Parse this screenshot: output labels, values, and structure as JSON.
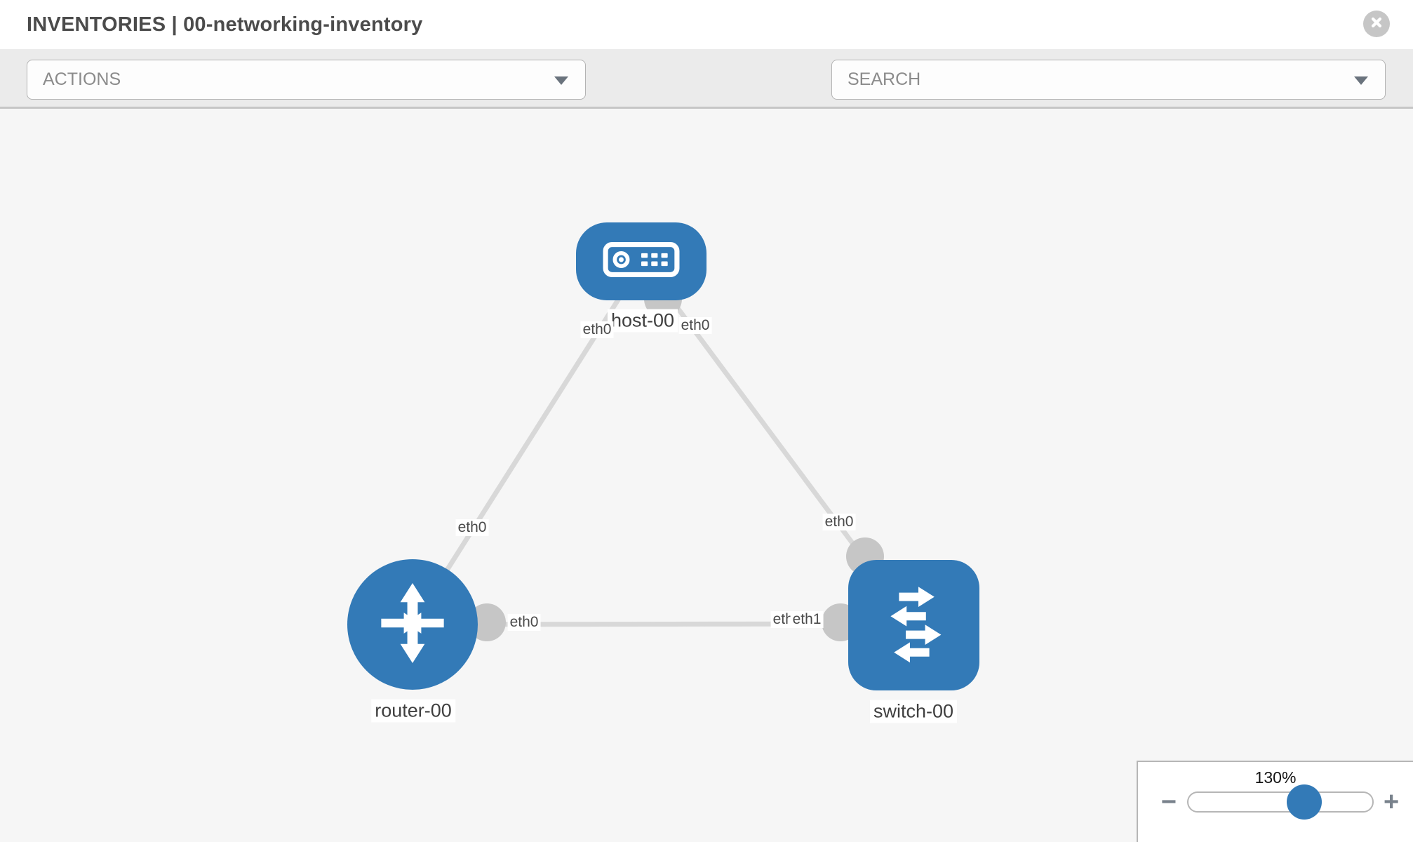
{
  "header": {
    "title": "INVENTORIES | 00-networking-inventory"
  },
  "toolbar": {
    "actions": {
      "label": "ACTIONS"
    },
    "search": {
      "label": "SEARCH"
    },
    "icons": [
      "wrench-icon",
      "key-icon"
    ]
  },
  "canvas": {
    "nodes": [
      {
        "id": "host-00",
        "type": "host",
        "label": "host-00"
      },
      {
        "id": "router-00",
        "type": "router",
        "label": "router-00"
      },
      {
        "id": "switch-00",
        "type": "switch",
        "label": "switch-00"
      }
    ],
    "links": [
      {
        "from": "router-00",
        "to": "host-00"
      },
      {
        "from": "host-00",
        "to": "switch-00"
      },
      {
        "from": "router-00",
        "to": "switch-00"
      }
    ],
    "interface_labels": [
      {
        "text": "eth0",
        "position": "host-link-to-router"
      },
      {
        "text": "eth0",
        "position": "host-link-to-switch"
      },
      {
        "text": "eth0",
        "position": "router-link-to-host"
      },
      {
        "text": "eth0",
        "position": "switch-link-to-host"
      },
      {
        "text": "eth0",
        "position": "router-link-to-switch"
      },
      {
        "text": "eth0",
        "position": "switch-link-to-router-under"
      },
      {
        "text": "eth1",
        "position": "switch-link-to-router-over"
      }
    ]
  },
  "zoom_control": {
    "value": "130%",
    "minus_label": "−",
    "plus_label": "+",
    "slider_percent": 63
  },
  "colors": {
    "node_blue": "#337ab7",
    "link_gray": "#d8d8d8",
    "port_gray": "#c6c6c6",
    "toolbar_bg": "#ebebeb",
    "canvas_bg": "#f6f6f6"
  }
}
